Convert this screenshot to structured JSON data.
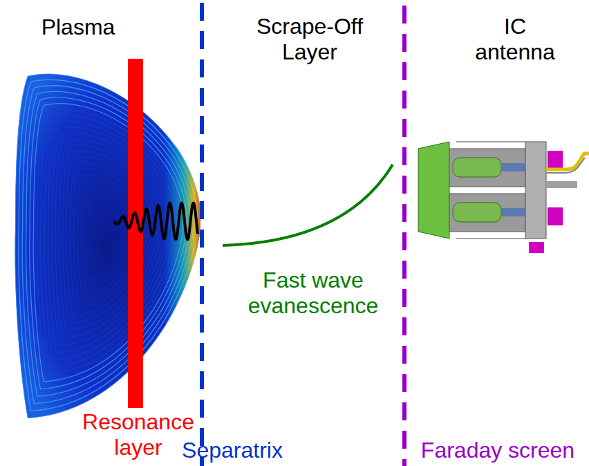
{
  "diagram": {
    "labels": [
      "Plasma",
      "Scrape-Off Layer",
      "IC antenna",
      "Fast wave evanescence",
      "Resonance layer",
      "Separatrix",
      "Faraday screen"
    ]
  }
}
